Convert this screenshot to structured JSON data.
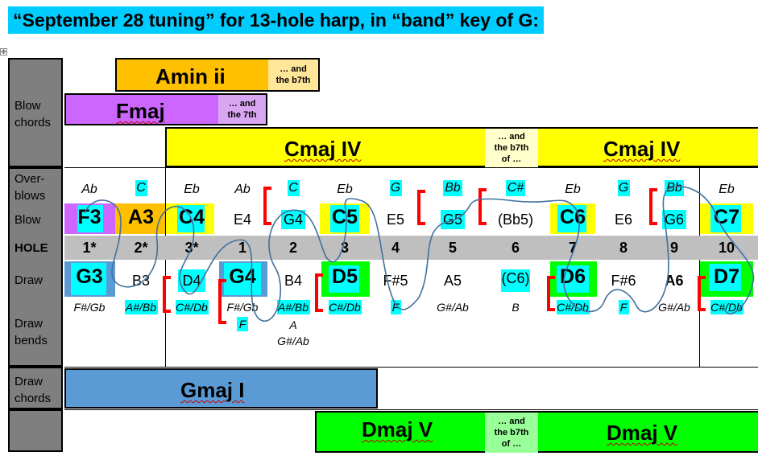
{
  "title": "“September 28 tuning” for 13-hole harp, in “band” key of G:",
  "anchor_icon": "move-handle-icon",
  "row_labels": {
    "blow_chords": [
      "Blow",
      "chords"
    ],
    "overblows": [
      "Over-",
      "blows"
    ],
    "blow": "Blow",
    "hole": "HOLE",
    "draw": "Draw",
    "draw_bends": [
      "Draw",
      "bends"
    ],
    "draw_chords": [
      "Draw",
      "chords"
    ]
  },
  "chords": {
    "amin": {
      "label": "Amin ii",
      "note": [
        "… and",
        "the b7th"
      ],
      "color": "#ffc000",
      "note_color": "#ffe699"
    },
    "fmaj": {
      "label": "Fmaj",
      "note": [
        "… and",
        "the 7th"
      ],
      "color": "#cc66ff",
      "note_color": "#d9a6f2"
    },
    "cmaj_left": {
      "label": "Cmaj IV",
      "color": "#ffff00"
    },
    "cmaj_note": [
      "… and",
      "the b7th",
      "of …"
    ],
    "cmaj_note_color": "#ffffcc",
    "cmaj_right": {
      "label": "Cmaj IV"
    },
    "gmaj": {
      "label": "Gmaj I",
      "color": "#5b9bd5"
    },
    "dmaj_left": {
      "label": "Dmaj V",
      "color": "#00ff00"
    },
    "dmaj_note": [
      "… and",
      "the b7th",
      "of …"
    ],
    "dmaj_note_color": "#99ff99",
    "dmaj_right": {
      "label": "Dmaj V"
    }
  },
  "overblows": [
    "Ab",
    "C",
    "Eb",
    "Ab",
    "C",
    "Eb",
    "G",
    "Bb",
    "C#",
    "Eb",
    "G",
    "Bb",
    "Eb"
  ],
  "blow": [
    "F3",
    "A3",
    "C4",
    "E4",
    "G4",
    "C5",
    "E5",
    "G5",
    "(Bb5)",
    "C6",
    "E6",
    "G6",
    "C7"
  ],
  "holes": [
    "1*",
    "2*",
    "3*",
    "1",
    "2",
    "3",
    "4",
    "5",
    "6",
    "7",
    "8",
    "9",
    "10"
  ],
  "draw": [
    "G3",
    "B3",
    "D4",
    "G4",
    "B4",
    "D5",
    "F#5",
    "A5",
    "(C6)",
    "D6",
    "F#6",
    "A6",
    "D7"
  ],
  "draw_bends_1": [
    "F#/Gb",
    "A#/Bb",
    "C#/Db",
    "F#/Gb",
    "A#/Bb",
    "C#/Db",
    "F",
    "G#/Ab",
    "B",
    "C#/Db",
    "F",
    "G#/Ab",
    "C#/Db"
  ],
  "draw_bends_2": {
    "col4": "F",
    "col5a": "A",
    "col5b": "G#/Ab"
  },
  "colors": {
    "title_bg": "#00ccff",
    "sidebar": "#7f7f7f",
    "highlight": "#00ffff",
    "hole_bar": "#bfbfbf",
    "bracket": "#ff0000",
    "path": "#41719c"
  }
}
